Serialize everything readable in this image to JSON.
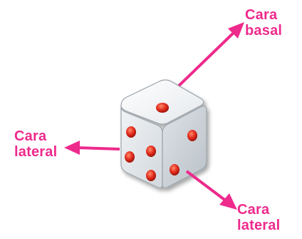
{
  "labels": {
    "top": {
      "line1": "Cara",
      "line2": "basal"
    },
    "left": {
      "line1": "Cara",
      "line2": "lateral"
    },
    "bottom": {
      "line1": "Cara",
      "line2": "lateral"
    }
  },
  "colors": {
    "arrow": "#ee2a8c",
    "label": "#ee2a8c",
    "die_top": "#f3f5f7",
    "die_left": "#e3e7eb",
    "die_right": "#cdd3d8",
    "pip": "#e02a1f"
  }
}
